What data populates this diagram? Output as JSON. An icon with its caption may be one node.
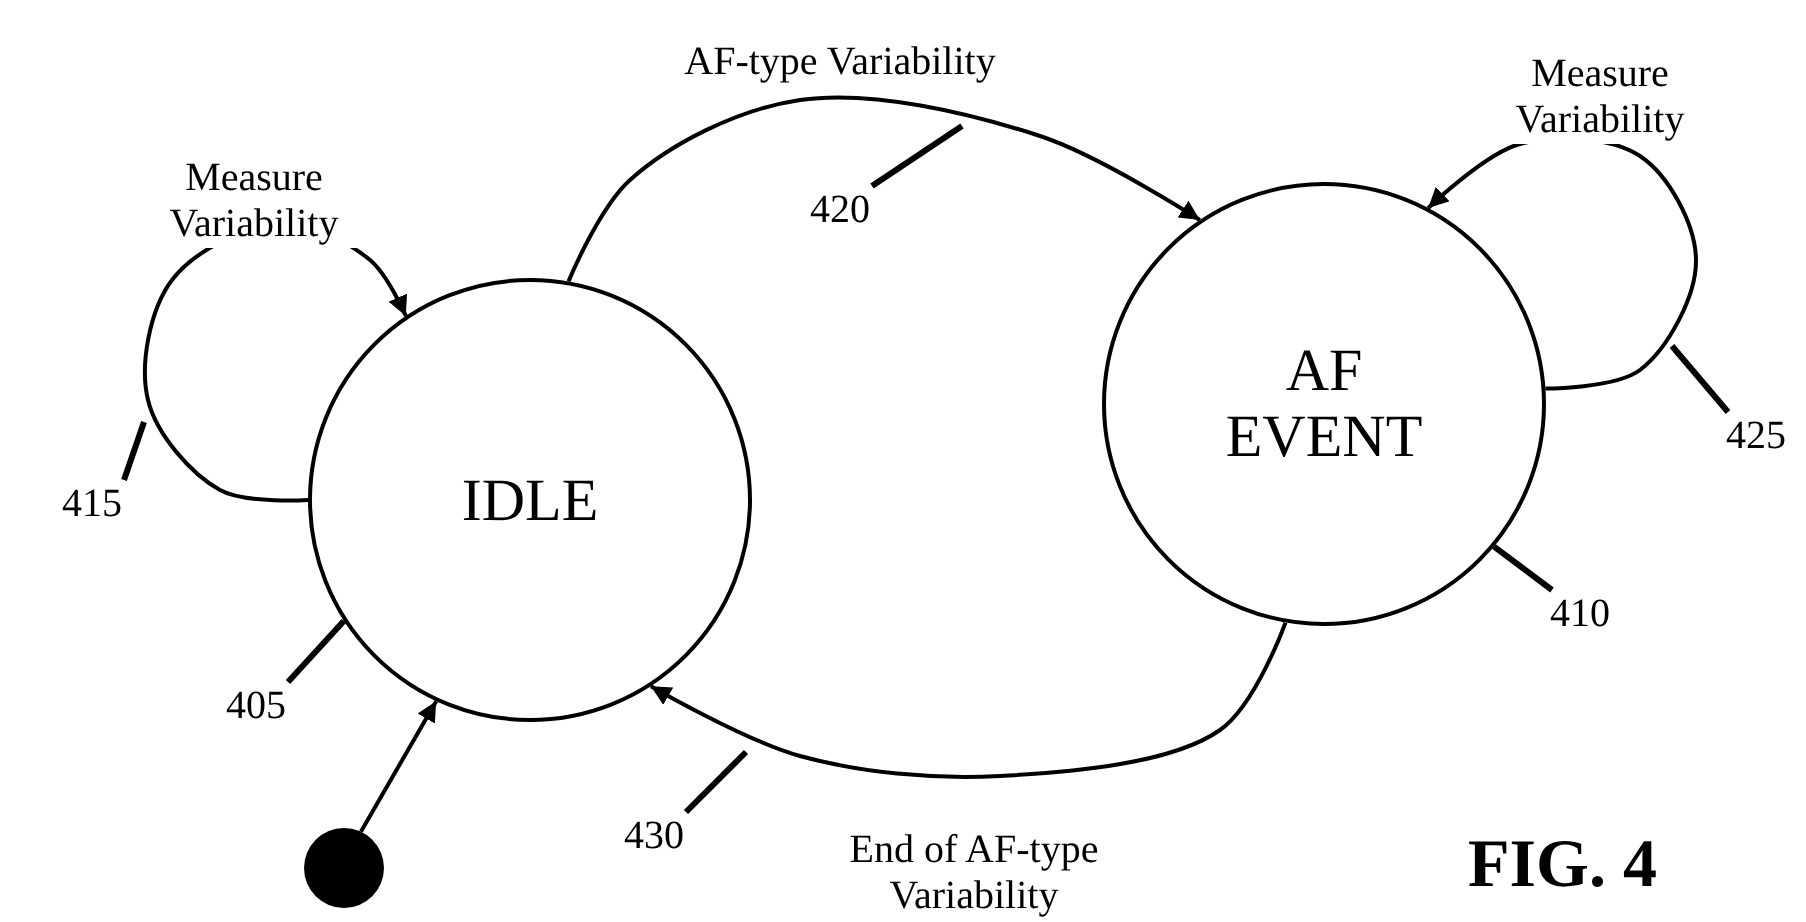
{
  "diagram": {
    "nodes": [
      {
        "text": [
          "IDLE"
        ]
      },
      {
        "text": [
          "AF EVENT"
        ]
      },
      {
        "text": [],
        "shape": "circle"
      },
      {
        "text": [
          "405"
        ]
      },
      {
        "text": [
          "410"
        ]
      },
      {
        "text": [
          "415"
        ]
      },
      {
        "text": [
          "420"
        ]
      },
      {
        "text": [
          "425"
        ]
      },
      {
        "text": [
          "430"
        ]
      }
    ],
    "edges": [
      {
        "from": 0,
        "to": 0,
        "arrow": "to",
        "label": "Measure Variability"
      },
      {
        "from": 0,
        "to": 1,
        "arrow": "to",
        "label": "AF-type Variability"
      },
      {
        "from": 1,
        "to": 1,
        "arrow": "to",
        "label": "Measure Variability"
      },
      {
        "from": 1,
        "to": 0,
        "arrow": "to",
        "label": "End of AF-type Variability"
      },
      {
        "from": 2,
        "to": 0,
        "arrow": "to"
      },
      {
        "from": 3,
        "to": 0,
        "arrow": "none"
      },
      {
        "from": 4,
        "to": 1,
        "arrow": "none"
      },
      {
        "from": 5,
        "to": null,
        "arrow": "none"
      },
      {
        "from": 6,
        "to": null,
        "arrow": "none"
      },
      {
        "from": 7,
        "to": null,
        "arrow": "none"
      },
      {
        "from": 8,
        "to": null,
        "arrow": "none"
      }
    ],
    "labels": [
      "FIG. 4"
    ]
  }
}
